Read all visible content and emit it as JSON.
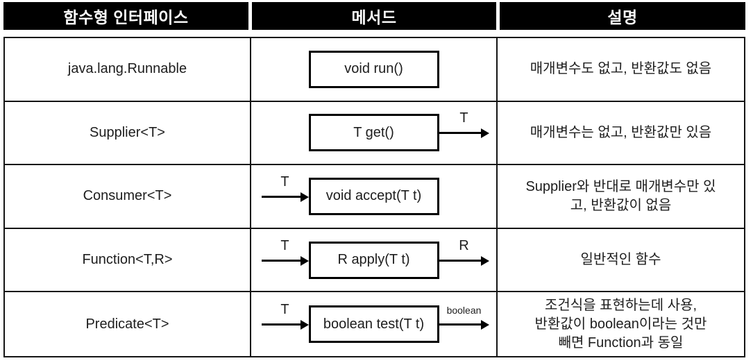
{
  "header": {
    "columns": [
      "함수형 인터페이스",
      "메서드",
      "설명"
    ]
  },
  "rows": [
    {
      "interface": "java.lang.Runnable",
      "method": {
        "box": "void run()"
      },
      "description": "매개변수도 없고, 반환값도 없음"
    },
    {
      "interface": "Supplier<T>",
      "method": {
        "box": "T get()",
        "out_label": "T"
      },
      "description": "매개변수는 없고, 반환값만 있음"
    },
    {
      "interface": "Consumer<T>",
      "method": {
        "box": "void accept(T t)",
        "in_label": "T"
      },
      "description": "Supplier와 반대로 매개변수만 있\n고, 반환값이 없음"
    },
    {
      "interface": "Function<T,R>",
      "method": {
        "box": "R apply(T t)",
        "in_label": "T",
        "out_label": "R"
      },
      "description": "일반적인 함수"
    },
    {
      "interface": "Predicate<T>",
      "method": {
        "box": "boolean test(T t)",
        "in_label": "T",
        "out_label": "boolean"
      },
      "description": "조건식을 표현하는데 사용,\n반환값이 boolean이라는 것만\n빼면 Function과 동일"
    }
  ],
  "colors": {
    "header_bg": "#000000",
    "header_text": "#ffffff",
    "body_text": "#1d1d1d",
    "line": "#141414"
  }
}
